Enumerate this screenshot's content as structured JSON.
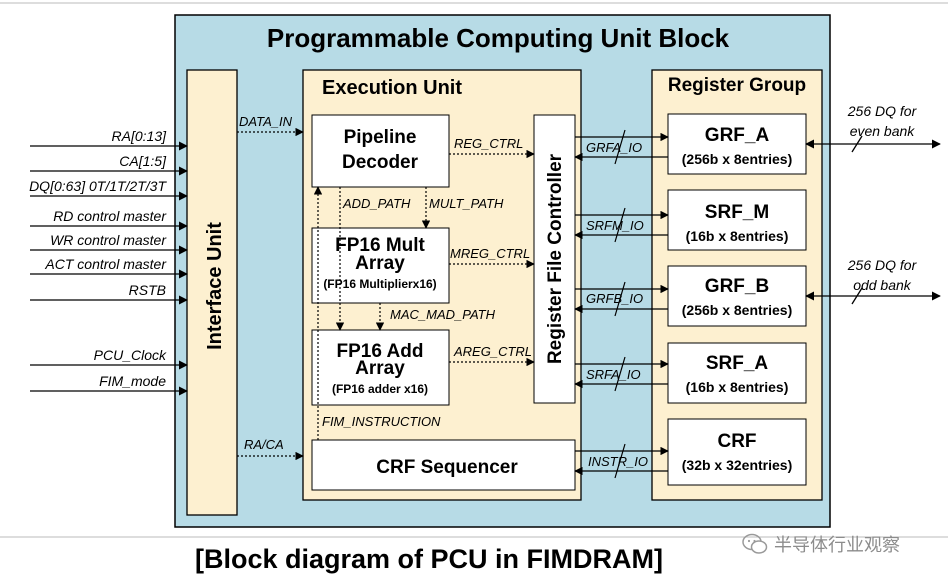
{
  "title": "Programmable Computing Unit Block",
  "caption": "[Block diagram of PCU in FIMDRAM]",
  "watermark": "半导体行业观察",
  "blocks": {
    "interface_unit": "Interface Unit",
    "execution_unit": "Execution Unit",
    "register_group": "Register Group",
    "pipeline_decoder": [
      "Pipeline",
      "Decoder"
    ],
    "fp16_mult": [
      "FP16 Mult",
      "Array",
      "(FP16 Multiplierx16)"
    ],
    "fp16_add": [
      "FP16 Add",
      "Array",
      "(FP16 adder x16)"
    ],
    "crf_sequencer": "CRF Sequencer",
    "register_file_controller": "Register File Controller",
    "registers": [
      {
        "name": "GRF_A",
        "spec": "(256b x 8entries)"
      },
      {
        "name": "SRF_M",
        "spec": "(16b x 8entries)"
      },
      {
        "name": "GRF_B",
        "spec": "(256b x 8entries)"
      },
      {
        "name": "SRF_A",
        "spec": "(16b x 8entries)"
      },
      {
        "name": "CRF",
        "spec": "(32b x 32entries)"
      }
    ]
  },
  "inputs": [
    "RA[0:13]",
    "CA[1:5]",
    "DQ[0:63] 0T/1T/2T/3T",
    "RD control master",
    "WR control master",
    "ACT control master",
    "RSTB",
    "PCU_Clock",
    "FIM_mode"
  ],
  "signals": {
    "data_in": "DATA_IN",
    "ra_ca": "RA/CA",
    "reg_ctrl": "REG_CTRL",
    "mreg_ctrl": "MREG_CTRL",
    "areg_ctrl": "AREG_CTRL",
    "add_path": "ADD_PATH",
    "mult_path": "MULT_PATH",
    "mac_mad_path": "MAC_MAD_PATH",
    "fim_instruction": "FIM_INSTRUCTION",
    "grfa_io": "GRFA_IO",
    "srfm_io": "SRFM_IO",
    "grfb_io": "GRFB_IO",
    "srfa_io": "SRFA_IO",
    "instr_io": "INSTR_IO"
  },
  "outputs": [
    {
      "lines": [
        "256 DQ for",
        "even bank"
      ]
    },
    {
      "lines": [
        "256 DQ for",
        "odd bank"
      ]
    }
  ],
  "colors": {
    "outer": "#b7dbe6",
    "inner": "#fdf0d0",
    "box": "#ffffff",
    "line": "#000000"
  }
}
